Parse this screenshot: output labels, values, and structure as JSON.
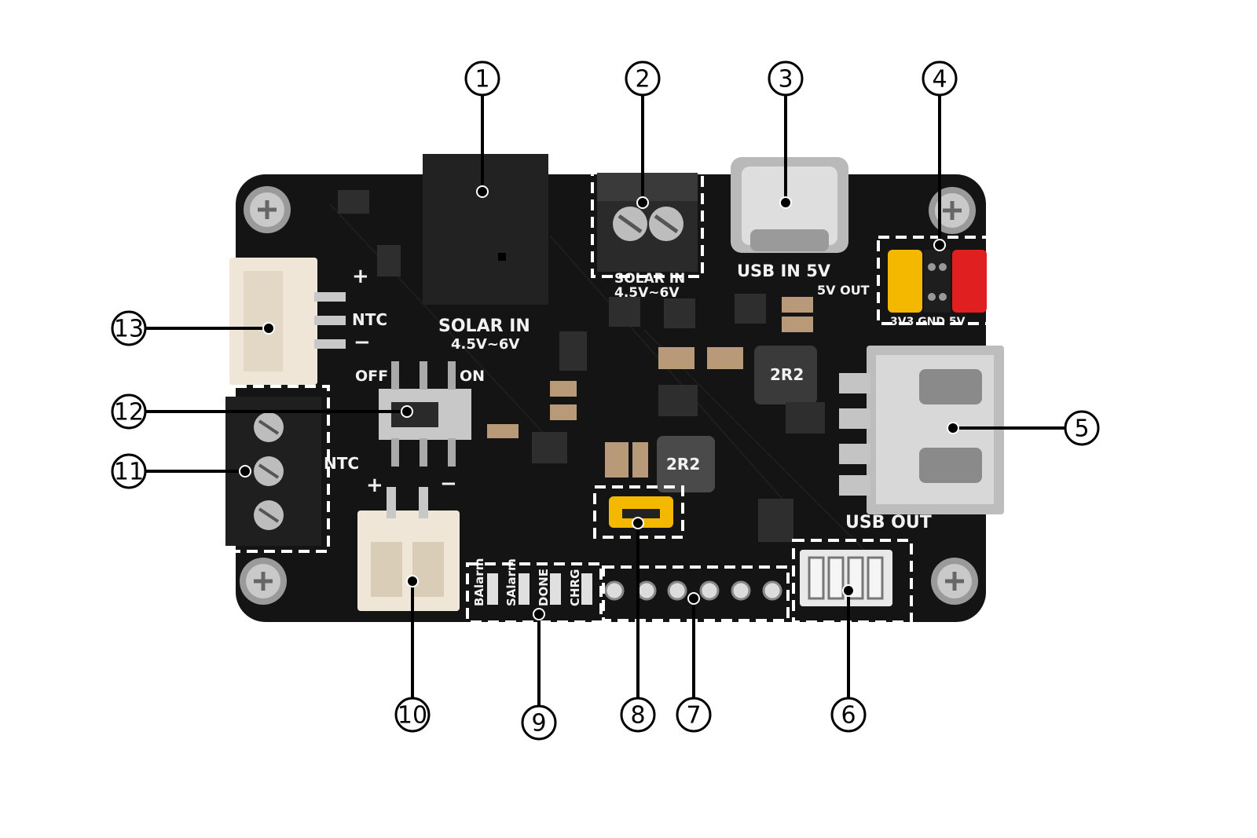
{
  "silkscreen": {
    "solar_in_top": "SOLAR IN",
    "solar_in_top_range": "4.5V~6V",
    "solar_in_main": "SOLAR IN",
    "solar_in_main_range": "4.5V~6V",
    "usb_in": "USB IN 5V",
    "five_v_out": "5V OUT",
    "jumper_row": "3V3 GND 5V",
    "usb_out": "USB OUT",
    "ntc_top": "NTC",
    "ntc_left": "NTC",
    "plus": "+",
    "minus": "−",
    "off": "OFF",
    "on": "ON",
    "inductor_1": "2R2",
    "inductor_2": "2R2",
    "led_balarm": "BAlarm",
    "led_salarm": "SAlarm",
    "led_done": "DONE",
    "led_chrg": "CHRG"
  },
  "callouts": {
    "c1": "1",
    "c2": "2",
    "c3": "3",
    "c4": "4",
    "c5": "5",
    "c6": "6",
    "c7": "7",
    "c8": "8",
    "c9": "9",
    "c10": "10",
    "c11": "11",
    "c12": "12",
    "c13": "13"
  },
  "colors": {
    "board": "#141414",
    "connector_white": "#efe6d8",
    "terminal_black": "#1f1f1f",
    "jumper_yellow": "#f5b800",
    "jumper_red": "#e02020",
    "metal": "#c8c8c8"
  }
}
